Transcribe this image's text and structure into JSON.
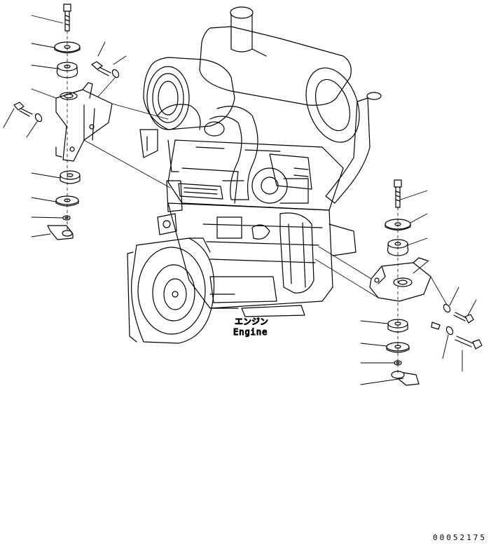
{
  "labels": {
    "engine_jp": "エンジン",
    "engine_en": "Engine"
  },
  "reference_number": "00052175",
  "colors": {
    "line": "#000000",
    "background": "#ffffff"
  }
}
